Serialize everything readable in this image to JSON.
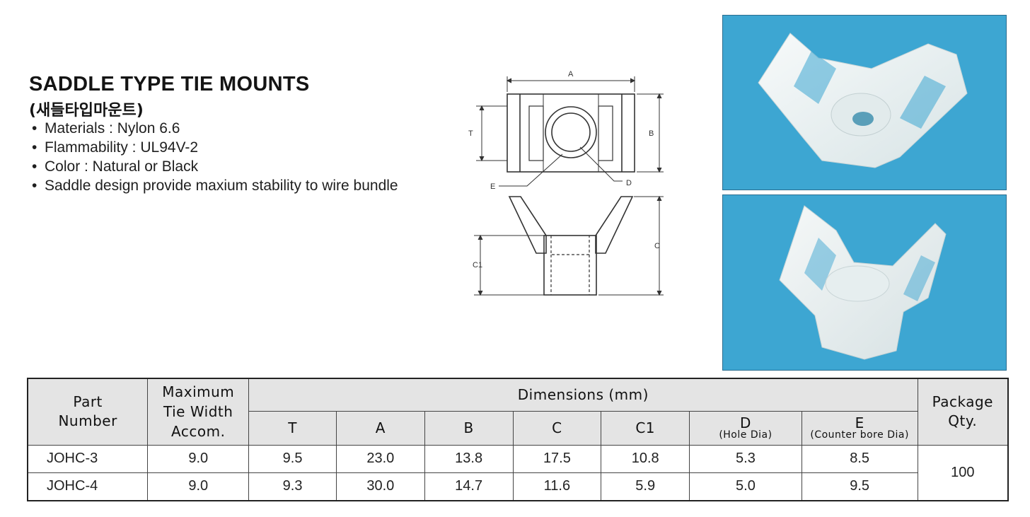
{
  "header": {
    "title": "SADDLE TYPE TIE MOUNTS",
    "subtitle": "(새들타입마운트)"
  },
  "specs": [
    "Materials : Nylon 6.6",
    "Flammability : UL94V-2",
    "Color : Natural or Black",
    "Saddle design provide maxium stability to wire bundle"
  ],
  "diagram": {
    "labels": {
      "A": "A",
      "B": "B",
      "C": "C",
      "C1": "C1",
      "D": "D",
      "E": "E",
      "T": "T"
    }
  },
  "table": {
    "headers": {
      "part": [
        "Part",
        "Number"
      ],
      "max_tie": [
        "Maximum",
        "Tie Width",
        "Accom."
      ],
      "dimensions": "Dimensions (mm)",
      "package": [
        "Package",
        "Qty."
      ],
      "T": "T",
      "A": "A",
      "B": "B",
      "C": "C",
      "C1": "C1",
      "D": "D",
      "D_sub": "(Hole Dia)",
      "E": "E",
      "E_sub": "(Counter bore Dia)"
    },
    "rows": [
      {
        "part": "JOHC-3",
        "max_tie": "9.0",
        "T": "9.5",
        "A": "23.0",
        "B": "13.8",
        "C": "17.5",
        "C1": "10.8",
        "D": "5.3",
        "E": "8.5"
      },
      {
        "part": "JOHC-4",
        "max_tie": "9.0",
        "T": "9.3",
        "A": "30.0",
        "B": "14.7",
        "C": "11.6",
        "C1": "5.9",
        "D": "5.0",
        "E": "9.5"
      }
    ],
    "package_qty": "100"
  },
  "colors": {
    "photo_bg": "#3da6d2",
    "header_bg": "#e4e4e4",
    "part_body": "#eef3f4"
  }
}
